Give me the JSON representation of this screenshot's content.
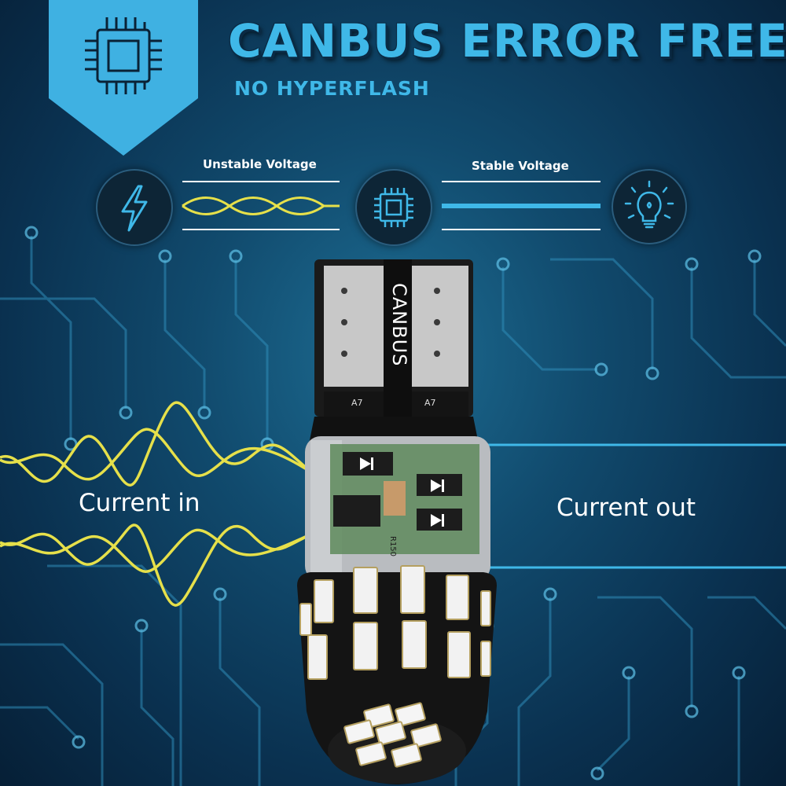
{
  "headline": {
    "title": "CANBUS ERROR FREE",
    "subtitle": "NO HYPERFLASH"
  },
  "voltage": {
    "unstable_label": "Unstable Voltage",
    "stable_label": "Stable Voltage"
  },
  "current": {
    "in_label": "Current in",
    "out_label": "Current out"
  },
  "bulb": {
    "base_print": "CANBUS",
    "component_left": "A7",
    "component_right": "A7",
    "resistor_print": "R150"
  },
  "icons": {
    "banner": "chip-icon",
    "left": "lightning-bolt-icon",
    "center": "chip-icon",
    "right": "light-bulb-icon"
  },
  "colors": {
    "accent_blue": "#3fb8e8",
    "wave_yellow": "#e6e04a",
    "stable_line": "#3fb8e8"
  }
}
